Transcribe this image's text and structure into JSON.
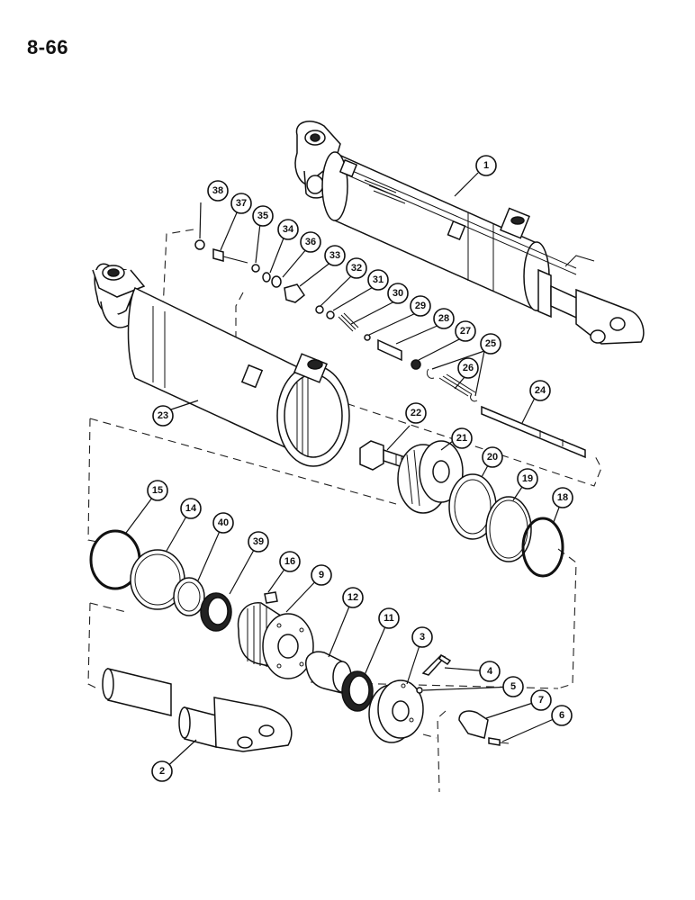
{
  "page": {
    "number": "8-66"
  },
  "callouts": [
    {
      "id": "c1",
      "label": "1"
    },
    {
      "id": "c2",
      "label": "2"
    },
    {
      "id": "c3",
      "label": "3"
    },
    {
      "id": "c4",
      "label": "4"
    },
    {
      "id": "c5",
      "label": "5"
    },
    {
      "id": "c6",
      "label": "6"
    },
    {
      "id": "c7",
      "label": "7"
    },
    {
      "id": "c9",
      "label": "9"
    },
    {
      "id": "c11",
      "label": "11"
    },
    {
      "id": "c12",
      "label": "12"
    },
    {
      "id": "c14",
      "label": "14"
    },
    {
      "id": "c15",
      "label": "15"
    },
    {
      "id": "c16",
      "label": "16"
    },
    {
      "id": "c18",
      "label": "18"
    },
    {
      "id": "c19",
      "label": "19"
    },
    {
      "id": "c20",
      "label": "20"
    },
    {
      "id": "c21",
      "label": "21"
    },
    {
      "id": "c22",
      "label": "22"
    },
    {
      "id": "c23",
      "label": "23"
    },
    {
      "id": "c24",
      "label": "24"
    },
    {
      "id": "c25",
      "label": "25"
    },
    {
      "id": "c26",
      "label": "26"
    },
    {
      "id": "c27",
      "label": "27"
    },
    {
      "id": "c28",
      "label": "28"
    },
    {
      "id": "c29",
      "label": "29"
    },
    {
      "id": "c30",
      "label": "30"
    },
    {
      "id": "c31",
      "label": "31"
    },
    {
      "id": "c32",
      "label": "32"
    },
    {
      "id": "c33",
      "label": "33"
    },
    {
      "id": "c34",
      "label": "34"
    },
    {
      "id": "c35",
      "label": "35"
    },
    {
      "id": "c36",
      "label": "36"
    },
    {
      "id": "c37",
      "label": "37"
    },
    {
      "id": "c38",
      "label": "38"
    },
    {
      "id": "c39",
      "label": "39"
    },
    {
      "id": "c40",
      "label": "40"
    }
  ]
}
